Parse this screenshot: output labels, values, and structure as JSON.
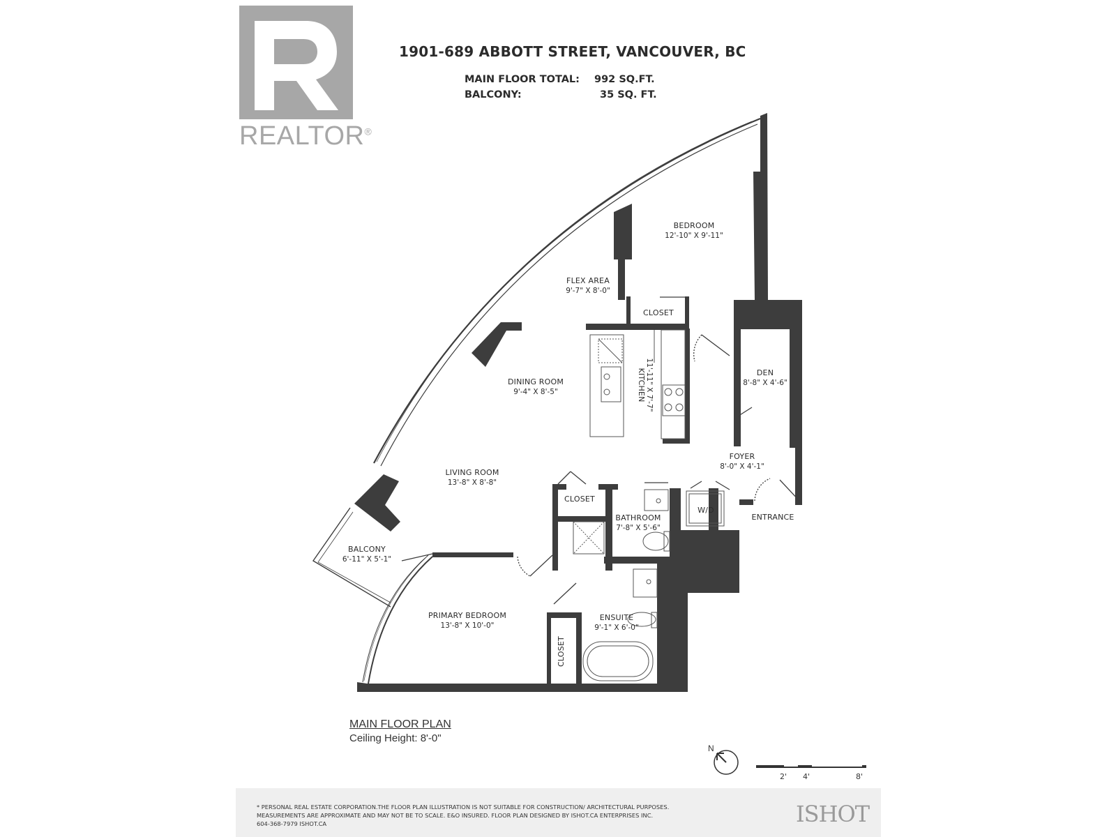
{
  "header": {
    "address": "1901-689 ABBOTT STREET, VANCOUVER, BC",
    "main_floor_total_label": "MAIN FLOOR TOTAL:",
    "main_floor_total_value": "992 SQ.FT.",
    "balcony_label": "BALCONY:",
    "balcony_value": "35 SQ. FT."
  },
  "logo": {
    "brand": "REALTOR",
    "mark": "®",
    "letter": "R"
  },
  "rooms": {
    "bedroom": {
      "name": "BEDROOM",
      "dims": "12'-10\" X 9'-11\""
    },
    "flex_area": {
      "name": "FLEX AREA",
      "dims": "9'-7\" X 8'-0\""
    },
    "closet_bedroom": {
      "name": "CLOSET"
    },
    "dining_room": {
      "name": "DINING ROOM",
      "dims": "9'-4\" X 8'-5\""
    },
    "kitchen": {
      "name": "KITCHEN",
      "dims": "11'-11\" X 7'-7\""
    },
    "den": {
      "name": "DEN",
      "dims": "8'-8\" X 4'-6\""
    },
    "foyer": {
      "name": "FOYER",
      "dims": "8'-0\" X 4'-1\""
    },
    "living_room": {
      "name": "LIVING ROOM",
      "dims": "13'-8\" X 8'-8\""
    },
    "closet_hall": {
      "name": "CLOSET"
    },
    "bathroom": {
      "name": "BATHROOM",
      "dims": "7'-8\" X 5'-6\""
    },
    "wd": {
      "name": "W/D"
    },
    "entrance": {
      "name": "ENTRANCE"
    },
    "balcony": {
      "name": "BALCONY",
      "dims": "6'-11\" X 5'-1\""
    },
    "primary_bedroom": {
      "name": "PRIMARY BEDROOM",
      "dims": "13'-8\" X 10'-0\""
    },
    "ensuite": {
      "name": "ENSUITE",
      "dims": "9'-1\" X 6'-0\""
    },
    "closet_primary": {
      "name": "CLOSET"
    }
  },
  "plan_info": {
    "title": "MAIN FLOOR PLAN",
    "ceiling": "Ceiling Height: 8'-0\""
  },
  "legend": {
    "north": "N",
    "scale_2": "2'",
    "scale_4": "4'",
    "scale_8": "8'"
  },
  "footer": {
    "disclaimer_1": "* PERSONAL REAL ESTATE CORPORATION.THE FLOOR PLAN ILLUSTRATION IS NOT SUITABLE FOR CONSTRUCTION/ ARCHITECTURAL PURPOSES.",
    "disclaimer_2": "MEASUREMENTS ARE APPROXIMATE AND MAY NOT BE TO SCALE. E&O INSURED. FLOOR PLAN DESIGNED BY ISHOT.CA ENTERPRISES INC.",
    "contact": "604-368-7979  ISHOT.CA",
    "brand": "ISHOT"
  },
  "colors": {
    "wall": "#3d3d3d",
    "logo_gray": "#a7a7a7",
    "footer_bg": "#efefef"
  }
}
